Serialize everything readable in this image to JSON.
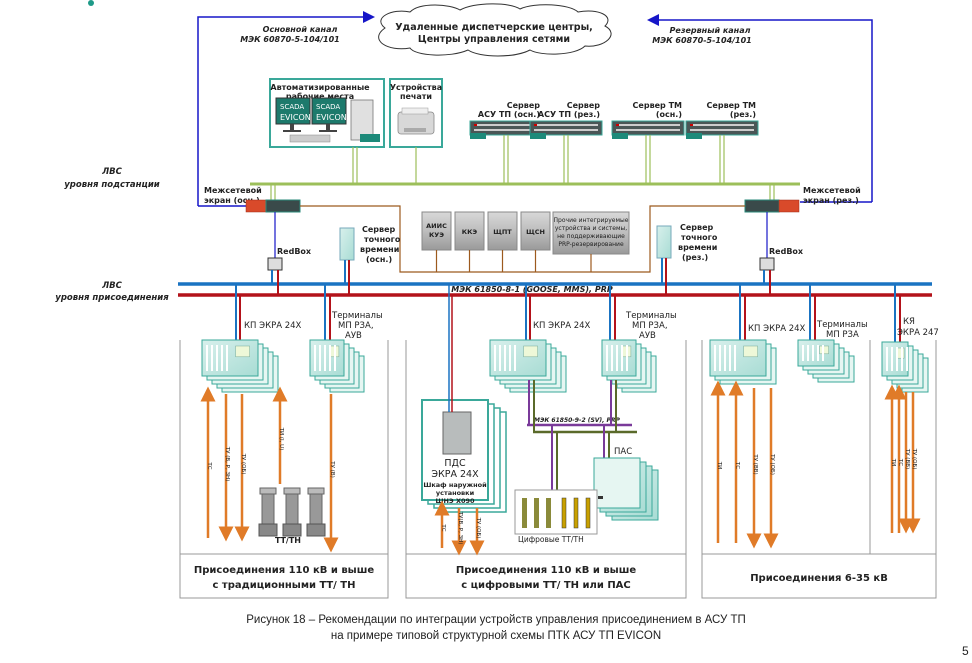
{
  "page_number": "5",
  "channels": {
    "main": {
      "line1": "Основной канал",
      "line2": "МЭК 60870-5-104/101"
    },
    "reserve": {
      "line1": "Резервный канал",
      "line2": "МЭК 60870-5-104/101"
    }
  },
  "cloud": {
    "line1": "Удаленные диспетчерские центры,",
    "line2": "Центры управления сетями"
  },
  "workstations": {
    "line1": "Автоматизированные",
    "line2": "рабочие места",
    "logo1": "SCADA",
    "logo2": "EVICON"
  },
  "printers": {
    "line1": "Устройства",
    "line2": "печати"
  },
  "servers": [
    {
      "line1": "Сервер",
      "line2": "АСУ ТП (осн.)"
    },
    {
      "line1": "Сервер",
      "line2": "АСУ ТП (рез.)"
    },
    {
      "line1": "Сервер ТМ",
      "line2": "(осн.)"
    },
    {
      "line1": "Сервер ТМ",
      "line2": "(рез.)"
    }
  ],
  "lan_substation": {
    "line1": "ЛВС",
    "line2": "уровня подстанции"
  },
  "lan_bay": {
    "line1": "ЛВС",
    "line2": "уровня присоединения"
  },
  "firewall_main": {
    "line1": "Межсетевой",
    "line2": "экран (осн.)"
  },
  "firewall_reserve": {
    "line1": "Межсетевой",
    "line2": "экран (рез.)"
  },
  "redbox": "RedBox",
  "time_server_main": {
    "line1": "Сервер",
    "line2": "точного",
    "line3": "времени",
    "line4": "(осн.)"
  },
  "time_server_reserve": {
    "line1": "Сервер",
    "line2": "точного",
    "line3": "времени",
    "line4": "(рез.)"
  },
  "other_systems": [
    {
      "line1": "АИИС",
      "line2": "КУЭ"
    },
    {
      "line1": "ККЭ",
      "line2": ""
    },
    {
      "line1": "ЩПТ",
      "line2": ""
    },
    {
      "line1": "ЩСН",
      "line2": ""
    }
  ],
  "other_systems_misc": {
    "line1": "Прочие интегрируемые",
    "line2": "устройства и системы,",
    "line3": "не поддерживающие",
    "line4": "PRP-резервирование"
  },
  "bus_label": "МЭК 61850-8-1 (GOOSE, MMS), PRP",
  "sv_bus_label": "МЭК 61850-9-2 (SV), PRP",
  "sections": [
    {
      "title_line1": "Присоединения 110 кВ и выше",
      "title_line2": "с традиционными ТТ/ ТН",
      "kp": "КП ЭКРА 24Х",
      "terminals": {
        "line1": "Терминалы",
        "line2": "МП РЗА,",
        "line3": "АУВ"
      },
      "signals": [
        "ТС",
        "ТУ (В, Р, ЗН)",
        "ТУ (ОБ)",
        "ТИ (I, U)",
        "ТУ (В)"
      ],
      "ct_vt": "ТТ/ТН"
    },
    {
      "title_line1": "Присоединения 110 кВ и выше",
      "title_line2": "с цифровыми ТТ/ ТН или ПАС",
      "kp": "КП ЭКРА 24Х",
      "terminals": {
        "line1": "Терминалы",
        "line2": "МП РЗА,",
        "line3": "АУВ"
      },
      "pds": {
        "line1": "ПДС",
        "line2": "ЭКРА 24Х",
        "line3": "Шкаф наружной",
        "line4": "установки",
        "line5": "ШНЭ Х090"
      },
      "signals": [
        "ТС",
        "ТУ(В, Р, ЗН)",
        "ТУ (ОБ)"
      ],
      "pas": "ПАС",
      "digital_ct_vt": "Цифровые ТТ/ТН"
    },
    {
      "title_line1": "Присоединения 6-35 кВ",
      "title_line2": "",
      "kp": "КП ЭКРА 24Х",
      "terminals": {
        "line1": "Терминалы",
        "line2": "МП РЗА"
      },
      "kya": {
        "line1": "КЯ",
        "line2": "ЭКРА 247"
      },
      "signals": [
        "ТИ",
        "ТС",
        "ТУ (ВВ)",
        "ТУ (ОБ)"
      ],
      "signals_kya": [
        "ТИ",
        "ТС",
        "ТУ (ВВ)",
        "ТУ (ОБ)"
      ]
    }
  ],
  "caption": {
    "line1": "Рисунок 18 – Рекомендации по интеграции устройств управления присоединением в АСУ ТП",
    "line2": "на примере типовой структурной схемы ПТК АСУ ТП EVICON"
  },
  "colors": {
    "blue_lan": "#1a73c2",
    "red_lan": "#b3121a",
    "green_lan": "#9cbf5a",
    "brown_line": "#9c5a1e",
    "channel_blue": "#1616c8",
    "teal": "#3aa89a",
    "orange": "#e07b28",
    "purple": "#7a3a9a",
    "olive": "#5a6a2a"
  }
}
